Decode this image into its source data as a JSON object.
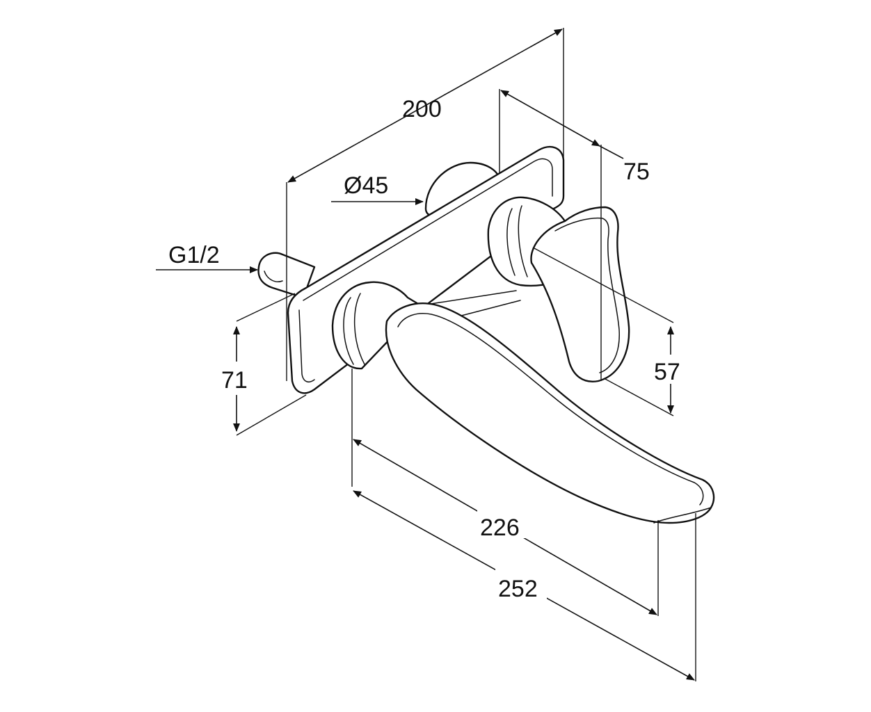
{
  "dimensions": {
    "total_depth": "200",
    "handle_offset": "75",
    "rosette_diameter": "Ø45",
    "thread": "G1/2",
    "plate_height": "71",
    "handle_height": "57",
    "spout_reach": "226",
    "total_reach": "252"
  },
  "colors": {
    "line": "#111111",
    "background": "#ffffff"
  }
}
